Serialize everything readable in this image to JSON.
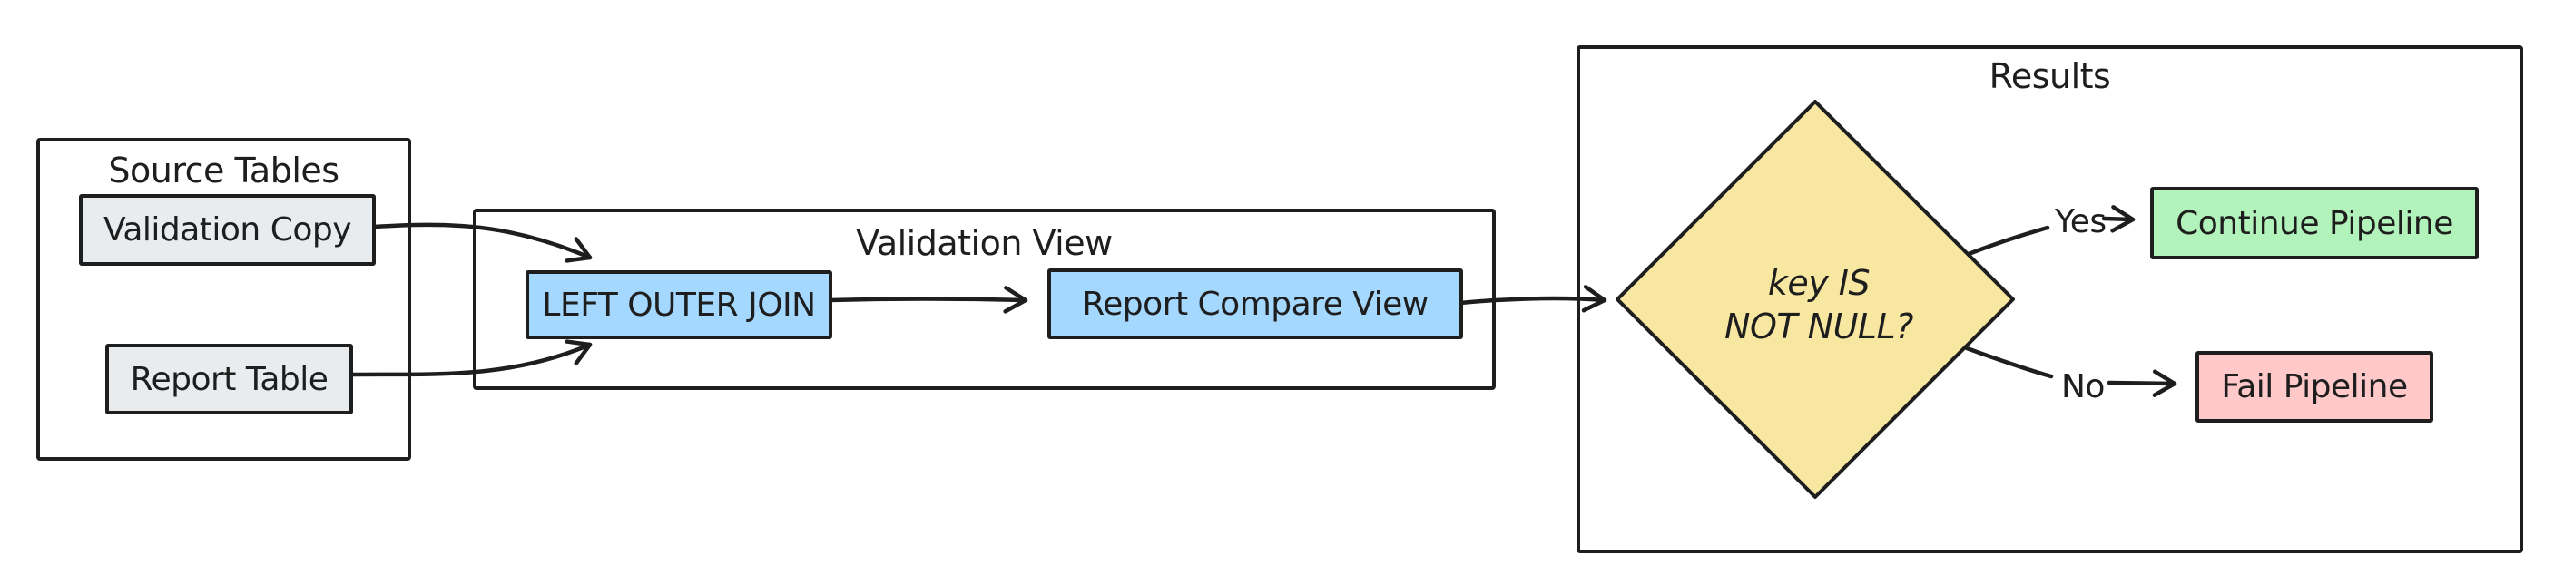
{
  "canvas": {
    "background": "#ffffff",
    "stroke_color": "#1e1e1e"
  },
  "groups": {
    "source_tables": {
      "title": "Source Tables"
    },
    "validation_view": {
      "title": "Validation View"
    },
    "results": {
      "title": "Results"
    }
  },
  "nodes": {
    "validation_copy": {
      "label": "Validation Copy",
      "fill": "#e9ecef"
    },
    "report_table": {
      "label": "Report Table",
      "fill": "#e9ecef"
    },
    "left_outer_join": {
      "label": "LEFT OUTER JOIN",
      "fill": "#a5d8ff"
    },
    "report_compare_view": {
      "label": "Report Compare View",
      "fill": "#a5d8ff"
    },
    "decision": {
      "line1": "key IS",
      "line2": "NOT NULL?",
      "fill": "#f8e7a1"
    },
    "continue_pipeline": {
      "label": "Continue Pipeline",
      "fill": "#b2f2bb"
    },
    "fail_pipeline": {
      "label": "Fail Pipeline",
      "fill": "#ffc9c9"
    }
  },
  "edges": {
    "yes_label": "Yes",
    "no_label": "No",
    "connections": [
      {
        "from": "validation_copy",
        "to": "left_outer_join"
      },
      {
        "from": "report_table",
        "to": "left_outer_join"
      },
      {
        "from": "left_outer_join",
        "to": "report_compare_view"
      },
      {
        "from": "report_compare_view",
        "to": "decision"
      },
      {
        "from": "decision",
        "to": "continue_pipeline",
        "label": "Yes"
      },
      {
        "from": "decision",
        "to": "fail_pipeline",
        "label": "No"
      }
    ]
  }
}
